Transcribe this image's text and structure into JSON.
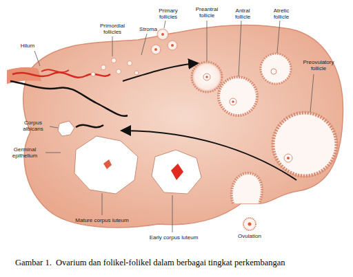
{
  "diagram": {
    "caption": "Gambar 1.  Ovarium dan folikel-folikel dalam berbagai tingkat perkembangan",
    "labels": [
      "Hilum",
      "Primordial follicles",
      "Stroma",
      "Primary follicles",
      "Preantral follicle",
      "Antral follicle",
      "Atretic follicle",
      "Preovulatory follicle",
      "Corpus albicans",
      "Germinal epithelium",
      "Mature corpus luteum",
      "Early corpus luteum",
      "Ovulation"
    ]
  }
}
